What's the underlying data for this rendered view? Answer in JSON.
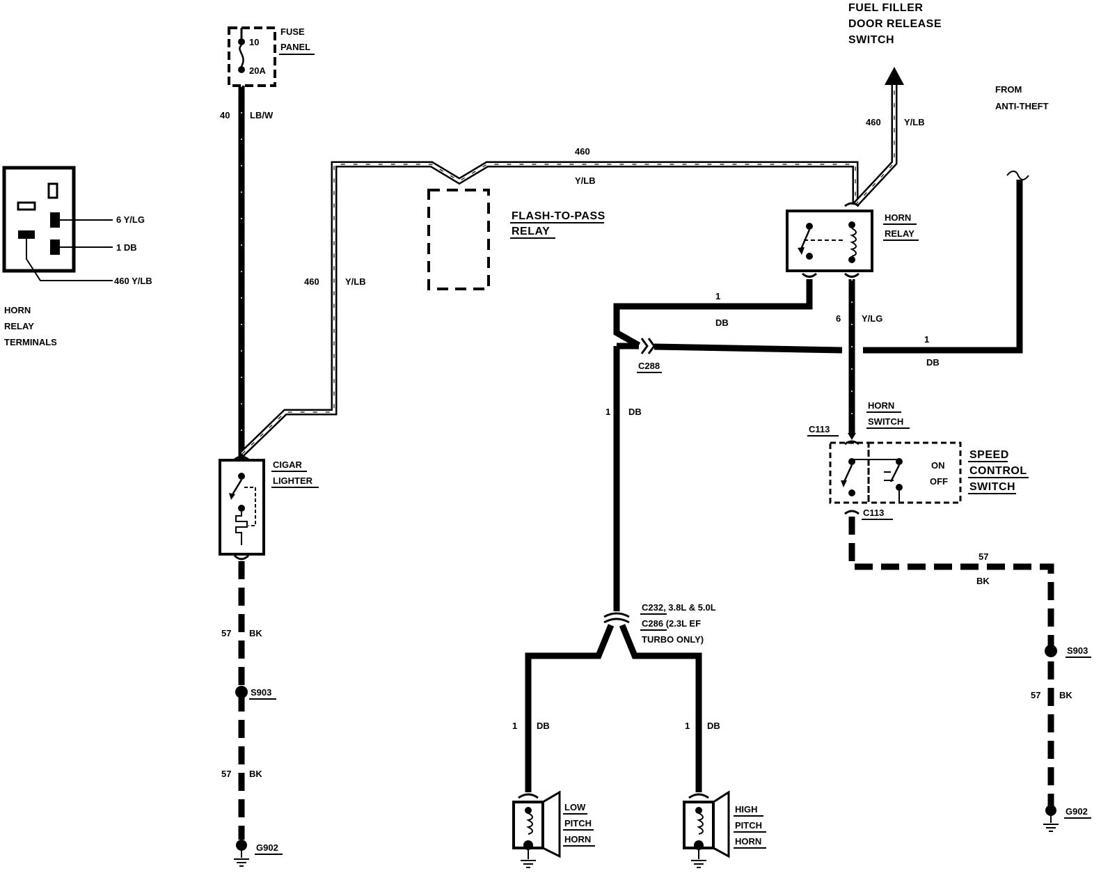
{
  "fuse_panel": {
    "label_1": "FUSE",
    "label_2": "PANEL",
    "fuse_number": "10",
    "fuse_rating": "20A"
  },
  "wires": {
    "w40_num": "40",
    "w40_color": "LB/W",
    "w460_top_num": "460",
    "w460_top_color": "Y/LB",
    "w460_left_num": "460",
    "w460_left_color": "Y/LB",
    "w460_right_num": "460",
    "w460_right_color": "Y/LB",
    "w1_relay_num": "1",
    "w1_relay_color": "DB",
    "w6_num": "6",
    "w6_color": "Y/LG",
    "w1_theft_num": "1",
    "w1_theft_color": "DB",
    "w1_mid_num": "1",
    "w1_mid_color": "DB",
    "w57_a_num": "57",
    "w57_a_color": "BK",
    "w57_b_num": "57",
    "w57_b_color": "BK",
    "w57_c_num": "57",
    "w57_c_color": "BK",
    "w57_d_num": "57",
    "w57_d_color": "BK",
    "w1_low_num": "1",
    "w1_low_color": "DB",
    "w1_high_num": "1",
    "w1_high_color": "DB"
  },
  "terminals": {
    "title_1": "HORN",
    "title_2": "RELAY",
    "title_3": "TERMINALS",
    "t1": "6 Y/LG",
    "t2": "1 DB",
    "t3": "460 Y/LB"
  },
  "fuel_filler": {
    "line1": "FUEL FILLER",
    "line2": "DOOR RELEASE",
    "line3": "SWITCH"
  },
  "anti_theft": {
    "line1": "FROM",
    "line2": "ANTI-THEFT"
  },
  "flash_relay": {
    "line1": "FLASH-TO-PASS",
    "line2": "RELAY"
  },
  "horn_relay": {
    "line1": "HORN",
    "line2": "RELAY"
  },
  "cigar": {
    "line1": "CIGAR",
    "line2": "LIGHTER"
  },
  "connectors": {
    "c288": "C288",
    "c113_top": "C113",
    "c113_bottom": "C113",
    "c232_line1": "C232, 3.8L & 5.0L",
    "c232_line2": "C286 (2.3L EF",
    "c232_line3": "TURBO ONLY)"
  },
  "horn_switch": {
    "line1": "HORN",
    "line2": "SWITCH"
  },
  "speed_control": {
    "line1": "SPEED",
    "line2": "CONTROL",
    "line3": "SWITCH",
    "on": "ON",
    "off": "OFF"
  },
  "splices": {
    "s903_left": "S903",
    "s903_right": "S903"
  },
  "grounds": {
    "g902_left": "G902",
    "g902_right": "G902"
  },
  "low_horn": {
    "line1": "LOW",
    "line2": "PITCH",
    "line3": "HORN"
  },
  "high_horn": {
    "line1": "HIGH",
    "line2": "PITCH",
    "line3": "HORN"
  }
}
